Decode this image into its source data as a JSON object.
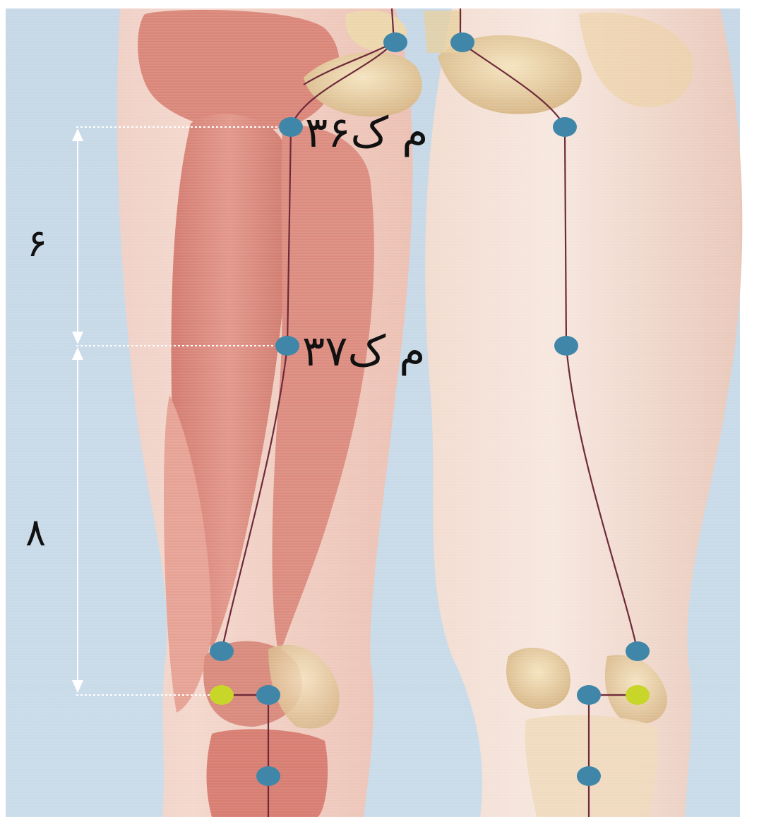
{
  "diagram": {
    "colors": {
      "background": "#cbdbe8",
      "skin_light": "#f3d8cc",
      "muscle": "#dd8f83",
      "bone": "#ead3a6",
      "meridian_line": "#6e2a3a",
      "point_blue": "#3f86a8",
      "point_yellow": "#c8d62a",
      "guide_line": "#ffffff"
    },
    "icons": {
      "acupoint": "blue-dot-icon",
      "reference_point": "yellow-dot-icon",
      "measure": "double-arrow-icon"
    },
    "points": [
      {
        "label": "م ک۳۶"
      },
      {
        "label": "م ک۳۷"
      }
    ],
    "measurements": [
      {
        "value": "۶"
      },
      {
        "value": "۸"
      }
    ]
  }
}
